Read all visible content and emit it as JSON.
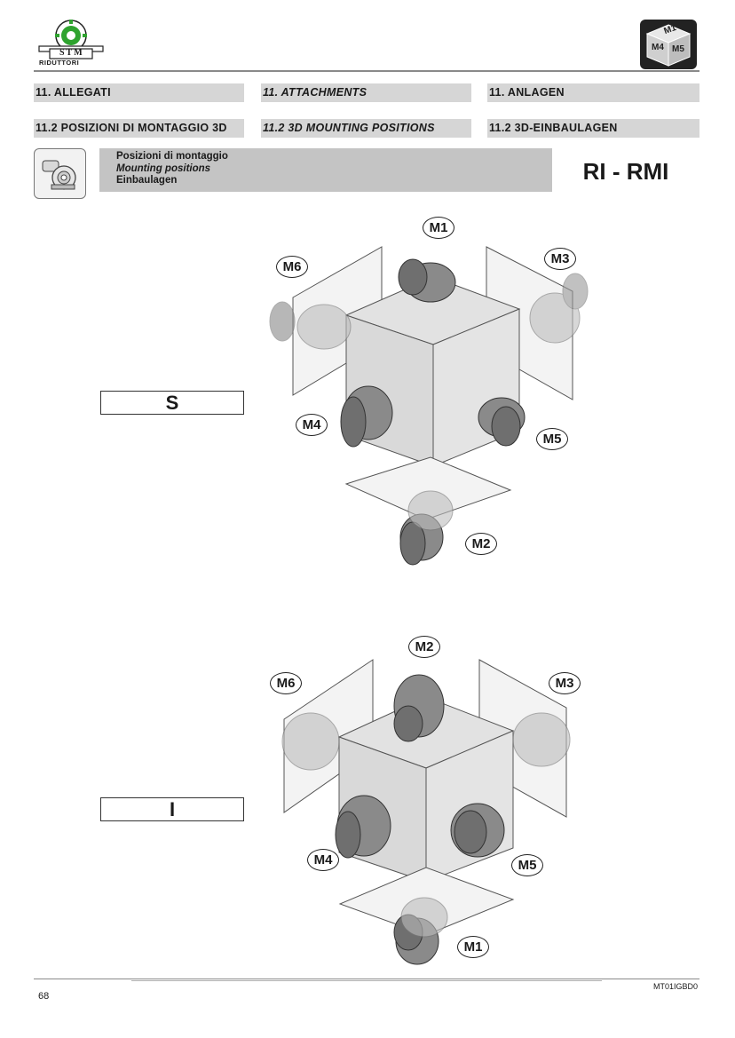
{
  "logo": {
    "brand": "STM",
    "tagline": "RIDUTTORI",
    "ring_text": "STM RIDUTTORI"
  },
  "badge": {
    "labels": [
      "M1",
      "M4",
      "M5"
    ]
  },
  "section": {
    "it": "11. ALLEGATI",
    "en": "11. ATTACHMENTS",
    "de": "11. ANLAGEN"
  },
  "subsection": {
    "it": "11.2 POSIZIONI DI MONTAGGIO 3D",
    "en": "11.2 3D MOUNTING POSITIONS",
    "de": "11.2 3D-EINBAULAGEN"
  },
  "title_block": {
    "it": "Posizioni di montaggio",
    "en": "Mounting positions",
    "de": "Einbaulagen",
    "model": "RI - RMI"
  },
  "diagram_top": {
    "label": "S",
    "positions": [
      "M1",
      "M6",
      "M3",
      "M4",
      "M5",
      "M2"
    ]
  },
  "diagram_bottom": {
    "label": "I",
    "positions": [
      "M2",
      "M6",
      "M3",
      "M4",
      "M5",
      "M1"
    ]
  },
  "footer": {
    "page": "68",
    "doc_code": "MT01IGBD0"
  }
}
